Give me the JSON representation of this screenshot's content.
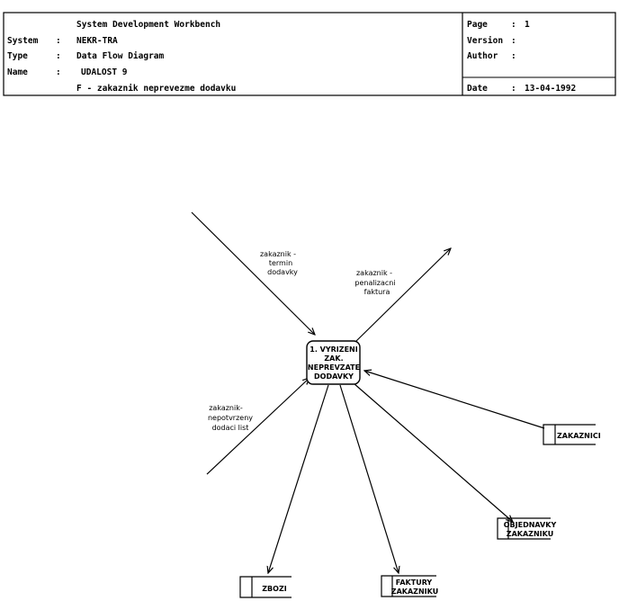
{
  "header": {
    "title": "System Development Workbench",
    "system_label": "System",
    "system_value": "NEKR-TRA",
    "type_label": "Type",
    "type_value": "Data Flow Diagram",
    "name_label": "Name",
    "name_value": "UDALOST 9",
    "subtitle": "F - zakaznik neprevezme dodavku",
    "sep": ":",
    "page_label": "Page",
    "page_value": "1",
    "version_label": "Version",
    "version_value": "",
    "author_label": "Author",
    "author_value": "",
    "date_label": "Date",
    "date_value": "13-04-1992"
  },
  "diagram": {
    "process": [
      "1. VYRIZENI",
      "ZAK.",
      "NEPREVZATE",
      "DODAVKY"
    ],
    "flows": {
      "in_termin": [
        "zakaznik -",
        "termin",
        "dodavky"
      ],
      "out_penalizacni": [
        "zakaznik -",
        "penalizacni",
        "faktura"
      ],
      "in_dodaci": [
        "zakaznik-",
        "nepotvrzeny",
        "dodaci list"
      ]
    },
    "stores": {
      "zakaznici": "ZAKAZNICI",
      "objednavky": [
        "OBJEDNAVKY",
        "ZAKAZNIKU"
      ],
      "zbozi": "ZBOZI",
      "faktury": [
        "FAKTURY",
        "ZAKAZNIKU"
      ]
    }
  }
}
